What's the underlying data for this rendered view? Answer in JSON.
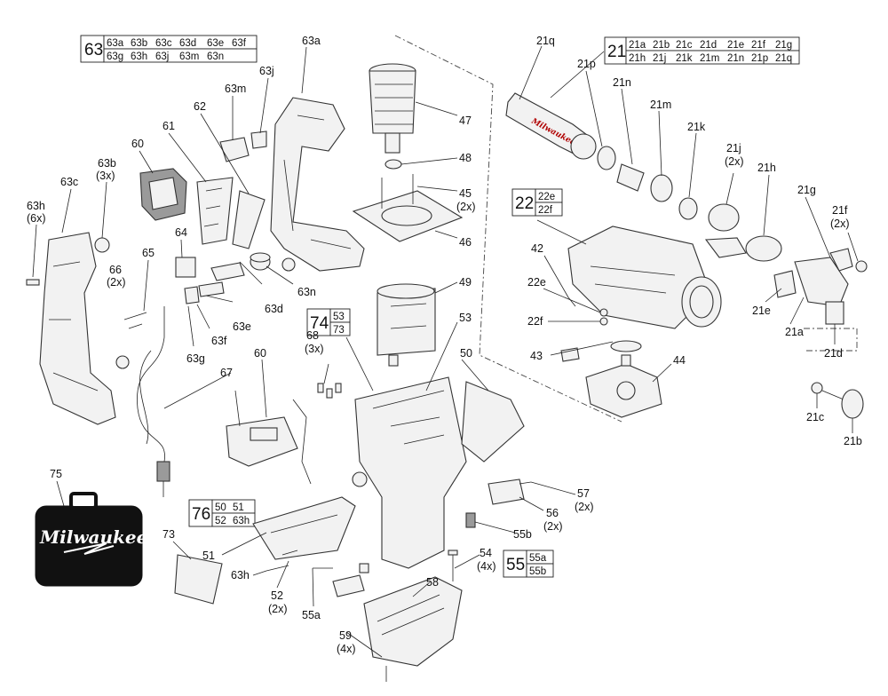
{
  "brand": "Milwaukee",
  "groups": {
    "g63": {
      "main": "63",
      "row1": [
        "63a",
        "63b",
        "63c",
        "63d",
        "63e",
        "63f"
      ],
      "row2": [
        "63g",
        "63h",
        "63j",
        "63m",
        "63n"
      ]
    },
    "g21": {
      "main": "21",
      "row1": [
        "21a",
        "21b",
        "21c",
        "21d",
        "21e",
        "21f",
        "21g"
      ],
      "row2": [
        "21h",
        "21j",
        "21k",
        "21m",
        "21n",
        "21p",
        "21q"
      ]
    },
    "g22": {
      "main": "22",
      "subs": [
        "22e",
        "22f"
      ]
    },
    "g74": {
      "main": "74",
      "subs": [
        "53",
        "73"
      ]
    },
    "g76": {
      "main": "76",
      "row1": [
        "50",
        "51"
      ],
      "row2": [
        "52",
        "63h"
      ]
    },
    "g55": {
      "main": "55",
      "subs": [
        "55a",
        "55b"
      ]
    }
  },
  "callouts": {
    "c63a": "63a",
    "c63j": "63j",
    "c63m": "63m",
    "c62": "62",
    "c61": "61",
    "c60a": "60",
    "c63b": "63b",
    "c63b_q": "(3x)",
    "c63c": "63c",
    "c63h1": "63h",
    "c63h1_q": "(6x)",
    "c64": "64",
    "c65": "65",
    "c66": "66",
    "c66_q": "(2x)",
    "c63d": "63d",
    "c63e": "63e",
    "c63f": "63f",
    "c63g": "63g",
    "c63n": "63n",
    "c47": "47",
    "c48": "48",
    "c45": "45",
    "c45_q": "(2x)",
    "c46": "46",
    "c49": "49",
    "c68": "68",
    "c68_q": "(3x)",
    "c67": "67",
    "c60b": "60",
    "c53": "53",
    "c50": "50",
    "c21q": "21q",
    "c21p": "21p",
    "c21n": "21n",
    "c21m": "21m",
    "c21k": "21k",
    "c21j": "21j",
    "c21j_q": "(2x)",
    "c21h": "21h",
    "c21g": "21g",
    "c21f": "21f",
    "c21f_q": "(2x)",
    "c42": "42",
    "c22e": "22e",
    "c22f": "22f",
    "c43": "43",
    "c44": "44",
    "c21e": "21e",
    "c21a": "21a",
    "c21d": "21d",
    "c21c": "21c",
    "c21b": "21b",
    "c75": "75",
    "c73": "73",
    "c51": "51",
    "c63h2": "63h",
    "c52": "52",
    "c52_q": "(2x)",
    "c55a": "55a",
    "c58": "58",
    "c59": "59",
    "c59_q": "(4x)",
    "c54": "54",
    "c54_q": "(4x)",
    "c55b": "55b",
    "c56": "56",
    "c56_q": "(2x)",
    "c57": "57",
    "c57_q": "(2x)"
  }
}
